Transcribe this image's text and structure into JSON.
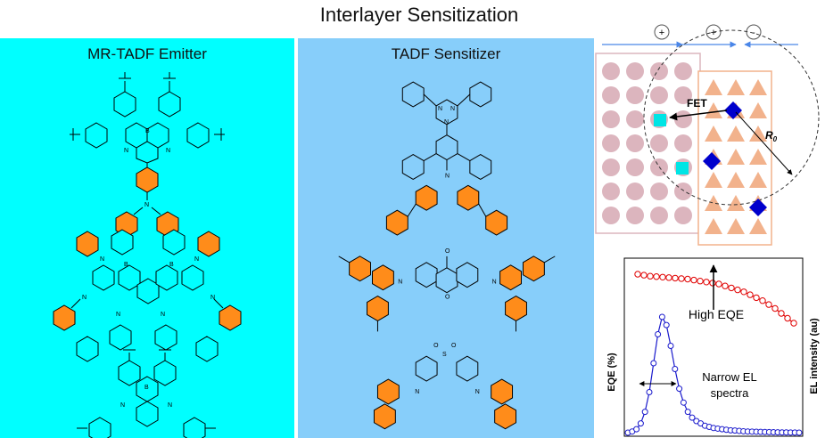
{
  "title": "Interlayer Sensitization",
  "left_panel": {
    "label": "MR-TADF Emitter",
    "bg": "#00ffff"
  },
  "middle_panel": {
    "label": "TADF Sensitizer",
    "bg": "#87cefa"
  },
  "schematic": {
    "charge_plus_1": "+",
    "charge_plus_2": "+",
    "charge_minus": "-",
    "fet_label": "FET",
    "radius_label": "R",
    "radius_sub": "0",
    "colors": {
      "circle_fill": "#dcb5be",
      "triangle_fill": "#f2b28c",
      "square_fill": "#00e5e5",
      "diamond_fill": "#0000cc",
      "arrow_blue": "#4a86e8"
    }
  },
  "chart_data": {
    "type": "line",
    "ylabel_left": "EQE (%)",
    "ylabel_right": "EL intensity (au)",
    "annotations": [
      "High EQE",
      "Narrow EL\nspectra"
    ],
    "annotation_high": "High EQE",
    "annotation_narrow_1": "Narrow EL",
    "annotation_narrow_2": "spectra",
    "series": [
      {
        "color": "#e00000",
        "x": [
          0,
          1,
          2,
          3,
          4,
          5,
          6,
          7,
          8,
          9,
          10,
          11,
          12,
          13,
          14,
          15,
          16,
          17,
          18,
          19,
          20,
          21,
          22,
          23,
          24,
          25
        ],
        "values": [
          1.0,
          0.99,
          0.98,
          0.975,
          0.97,
          0.965,
          0.96,
          0.955,
          0.95,
          0.94,
          0.93,
          0.92,
          0.91,
          0.9,
          0.88,
          0.86,
          0.84,
          0.82,
          0.79,
          0.76,
          0.73,
          0.69,
          0.65,
          0.6,
          0.55,
          0.5
        ]
      },
      {
        "color": "#1a1acc",
        "x": [
          0,
          1,
          2,
          3,
          4,
          5,
          6,
          7,
          8,
          9,
          10,
          11,
          12,
          13,
          14,
          15,
          16,
          17,
          18,
          19,
          20,
          21,
          22,
          23,
          24,
          25,
          26,
          27,
          28,
          29,
          30,
          31,
          32,
          33,
          34,
          35,
          36,
          37,
          38,
          39,
          40
        ],
        "values": [
          0.0,
          0.01,
          0.03,
          0.08,
          0.18,
          0.35,
          0.6,
          0.85,
          1.0,
          0.93,
          0.75,
          0.55,
          0.38,
          0.26,
          0.18,
          0.13,
          0.1,
          0.08,
          0.06,
          0.05,
          0.04,
          0.035,
          0.03,
          0.025,
          0.02,
          0.018,
          0.015,
          0.012,
          0.01,
          0.009,
          0.008,
          0.007,
          0.006,
          0.005,
          0.004,
          0.003,
          0.002,
          0.002,
          0.001,
          0.001,
          0.0
        ]
      }
    ]
  }
}
